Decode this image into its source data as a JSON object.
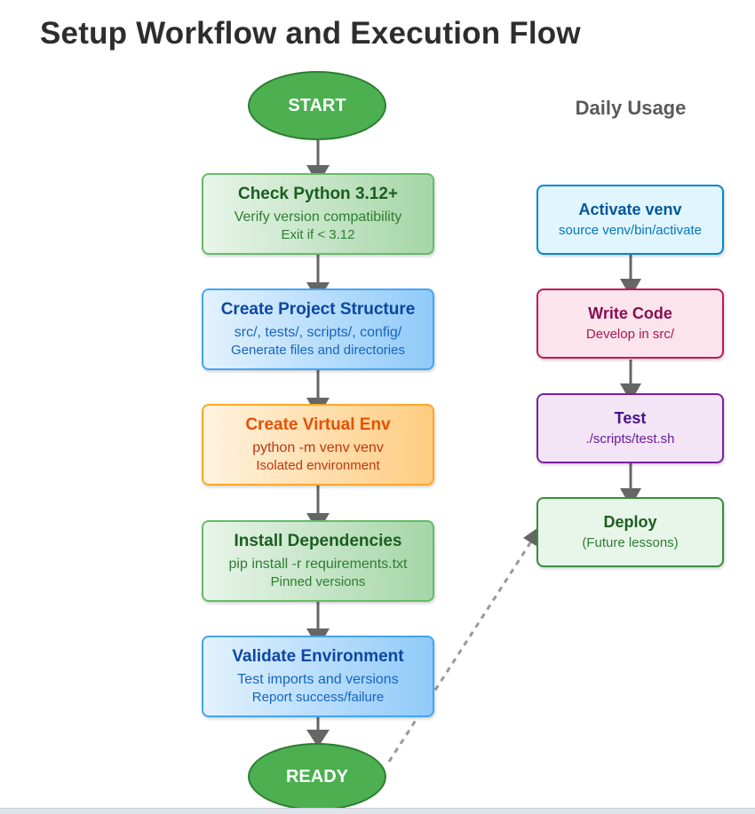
{
  "title": "Setup Workflow and Execution Flow",
  "side_title": "Daily Usage",
  "start": "START",
  "ready": "READY",
  "steps": [
    {
      "title": "Check Python 3.12+",
      "line1": "Verify version compatibility",
      "line2": "Exit if < 3.12",
      "color": "#66bb6a"
    },
    {
      "title": "Create Project Structure",
      "line1": "src/, tests/, scripts/, config/",
      "line2": "Generate files and directories",
      "color": "#42a5f5"
    },
    {
      "title": "Create Virtual Env",
      "line1": "python -m venv venv",
      "line2": "Isolated environment",
      "color": "#ffa726"
    },
    {
      "title": "Install Dependencies",
      "line1": "pip install -r requirements.txt",
      "line2": "Pinned versions",
      "color": "#66bb6a"
    },
    {
      "title": "Validate Environment",
      "line1": "Test imports and versions",
      "line2": "Report success/failure",
      "color": "#42a5f5"
    }
  ],
  "daily": [
    {
      "title": "Activate venv",
      "line1": "source venv/bin/activate",
      "color": "#0288d1"
    },
    {
      "title": "Write Code",
      "line1": "Develop in src/",
      "color": "#c2185b"
    },
    {
      "title": "Test",
      "line1": "./scripts/test.sh",
      "color": "#7b1fa2"
    },
    {
      "title": "Deploy",
      "line1": "(Future lessons)",
      "color": "#388e3c"
    }
  ]
}
